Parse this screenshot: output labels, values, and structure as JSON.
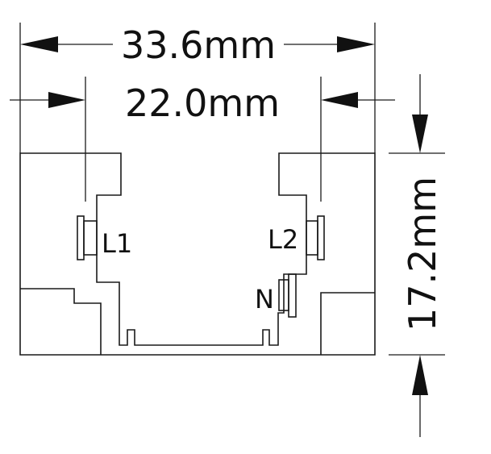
{
  "dimensions": {
    "overall_width": "33.6mm",
    "inner_width": "22.0mm",
    "height": "17.2mm"
  },
  "terminals": {
    "left": "L1",
    "right": "L2",
    "neutral": "N"
  }
}
